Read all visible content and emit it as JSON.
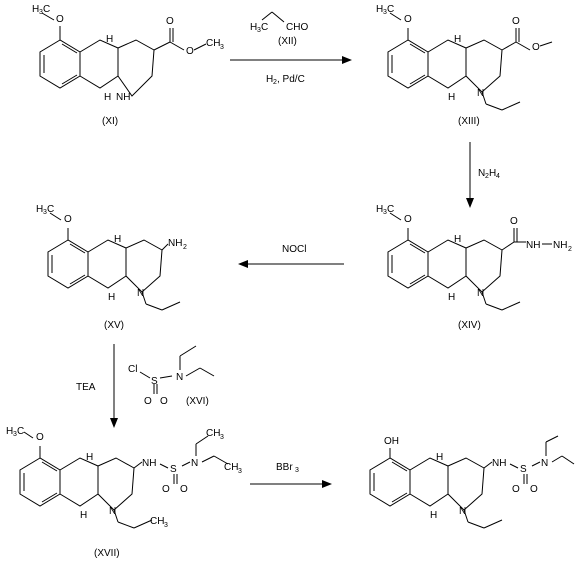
{
  "compounds": [
    {
      "id": "XI",
      "label": "(XI)"
    },
    {
      "id": "XIII",
      "label": "(XIII)"
    },
    {
      "id": "XIV",
      "label": "(XIV)"
    },
    {
      "id": "XV",
      "label": "(XV)"
    },
    {
      "id": "XVII",
      "label": "(XVII)"
    },
    {
      "id": "final",
      "label": ""
    }
  ],
  "reagents": {
    "step1_top": "CHO",
    "step1_label": "(XII)",
    "step1_bottom_h": "H",
    "step1_bottom_sub": "2",
    "step1_bottom_rest": ", Pd/C",
    "step2_n": "N",
    "step2_sub1": "2",
    "step2_h": "H",
    "step2_sub2": "4",
    "step3": "NOCl",
    "step4_base": "TEA",
    "step4_label": "(XVI)",
    "step5_b": "BBr",
    "step5_sub": "3"
  },
  "atoms": {
    "ome_h3c": "H",
    "ome_3": "3",
    "ome_c": "C",
    "O": "O",
    "OH": "OH",
    "H": "H",
    "N": "N",
    "NH": "NH",
    "NH2": "NH",
    "sub2": "2",
    "S": "S",
    "Cl": "Cl",
    "CH": "CH",
    "sub3": "3"
  }
}
